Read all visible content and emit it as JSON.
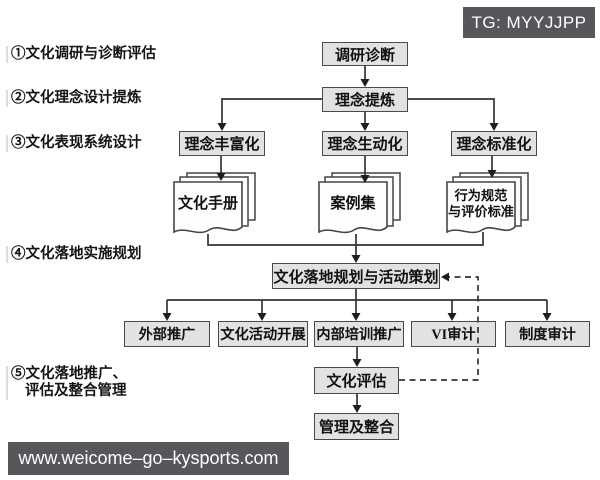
{
  "badge": {
    "text": "TG: MYYJJPP"
  },
  "footer": {
    "url": "www.weicome–go–kysports.com"
  },
  "phases": [
    {
      "line1": "①文化调研与诊断评估"
    },
    {
      "line1": "②文化理念设计提炼"
    },
    {
      "line1": "③文化表现系统设计"
    },
    {
      "line1": "④文化落地实施规划"
    },
    {
      "line1": "⑤文化落地推广、",
      "line2": "评估及整合管理"
    }
  ],
  "nodes": {
    "research": "调研诊断",
    "refine": "理念提炼",
    "enrich": "理念丰富化",
    "vivid": "理念生动化",
    "standardize": "理念标准化",
    "manual": "文化手册",
    "cases": "案例集",
    "behavior_line1": "行为规范",
    "behavior_line2": "与评价标准",
    "planning": "文化落地规划与活动策划",
    "external": "外部推广",
    "activities": "文化活动开展",
    "internal": "内部培训推广",
    "vi_audit": "VI审计",
    "system_audit": "制度审计",
    "evaluation": "文化评估",
    "integration": "管理及整合"
  },
  "colors": {
    "node_fill": "#e2e2e2",
    "node_border": "#4a4a4a",
    "line": "#333333",
    "badge_bg": "#56575a",
    "text": "#111111"
  }
}
